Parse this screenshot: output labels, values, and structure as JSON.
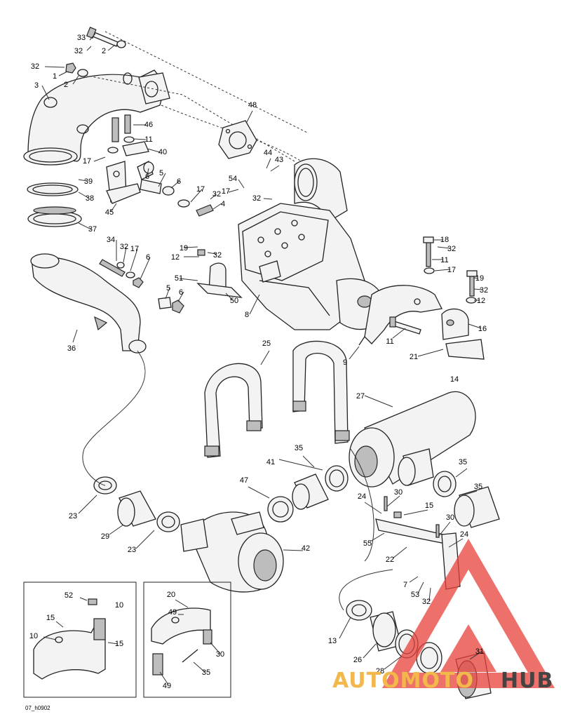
{
  "diagram_code": "07_h0902",
  "watermark": {
    "part1": "AUTOMOTO",
    "part2": "HUB",
    "color_accent": "#e8413a",
    "color_text": "#f2b84b"
  },
  "callouts": [
    "33",
    "32",
    "2",
    "32",
    "1",
    "2",
    "3",
    "48",
    "46",
    "11",
    "40",
    "17",
    "6",
    "5",
    "44",
    "43",
    "39",
    "38",
    "6",
    "17",
    "32",
    "4",
    "54",
    "17",
    "32",
    "37",
    "45",
    "34",
    "32",
    "17",
    "6",
    "18",
    "32",
    "11",
    "17",
    "19",
    "12",
    "32",
    "51",
    "50",
    "8",
    "19",
    "32",
    "12",
    "16",
    "5",
    "6",
    "36",
    "11",
    "21",
    "9",
    "25",
    "14",
    "27",
    "35",
    "41",
    "35",
    "47",
    "35",
    "30",
    "24",
    "15",
    "30",
    "23",
    "29",
    "23",
    "42",
    "55",
    "24",
    "22",
    "7",
    "53",
    "32",
    "52",
    "10",
    "15",
    "10",
    "20",
    "15",
    "49",
    "30",
    "35",
    "13",
    "26",
    "31",
    "28",
    "49"
  ]
}
